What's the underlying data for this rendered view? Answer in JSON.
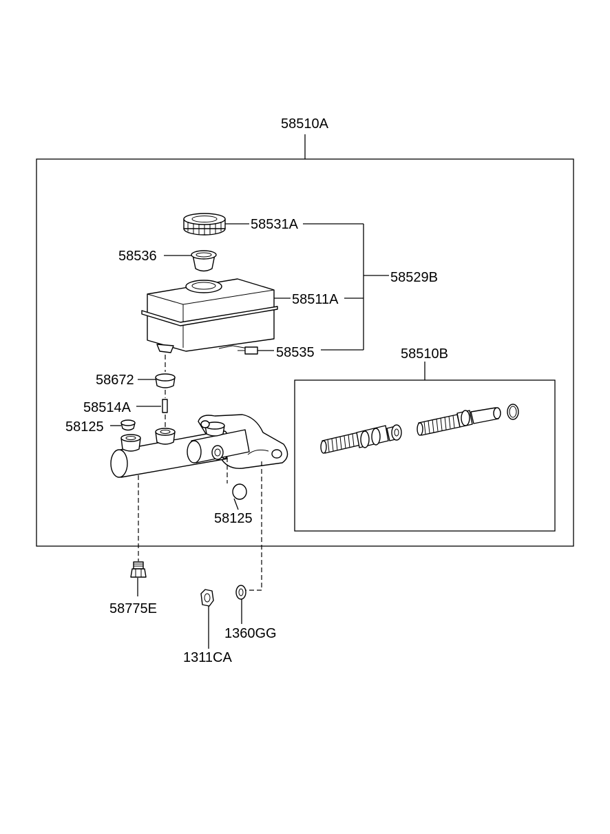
{
  "labels": {
    "assembly": "58510A",
    "cap": "58531A",
    "strainer": "58536",
    "reservoir_set": "58529B",
    "reservoir": "58511A",
    "reservoir_clip": "58535",
    "piston_kit": "58510B",
    "grommet": "58672",
    "pin": "58514A",
    "plug_left": "58125",
    "plug_bottom": "58125",
    "fitting": "58775E",
    "nut": "1311CA",
    "washer": "1360GG"
  }
}
